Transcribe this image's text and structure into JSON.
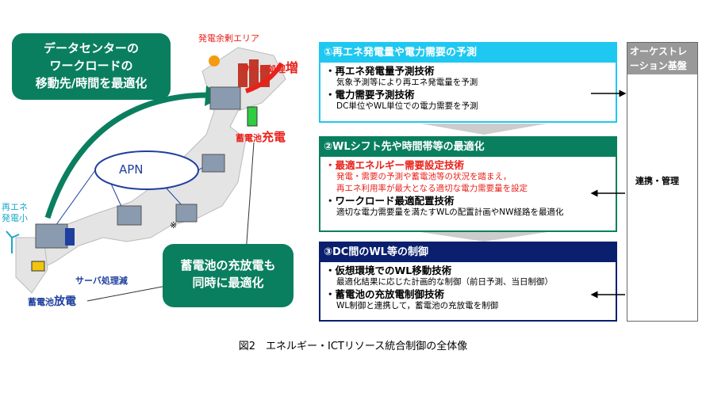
{
  "left": {
    "callout_top": [
      "データセンターの",
      "ワークロードの",
      "移動先/時間を最適化"
    ],
    "callout_bottom": [
      "蓄電池の充放電も",
      "同時に最適化"
    ],
    "apn": "APN",
    "surplus_area": "発電余剰エリア",
    "server_increase": "サーバ処理",
    "server_increase_em": "増",
    "battery_charge": "蓄電池",
    "battery_charge_em": "充電",
    "renewable_low": [
      "再エネ",
      "発電小"
    ],
    "server_decrease": "サーバ処理減",
    "battery_discharge": "蓄電池",
    "battery_discharge_em": "放電",
    "note_mark": "※"
  },
  "sections": [
    {
      "title": "①再エネ発電量や電力需要の予測",
      "color": "#1ec8f0",
      "items": [
        {
          "name": "・再エネ発電量予測技術",
          "desc": [
            "気象予測等により再エネ発電量を予測"
          ]
        },
        {
          "name": "・電力需要予測技術",
          "desc": [
            "DC単位やWL単位での電力需要を予測"
          ]
        }
      ]
    },
    {
      "title": "②WLシフト先や時間帯等の最適化",
      "color": "#0a7f5f",
      "items": [
        {
          "name": "・最適エネルギー需要設定技術",
          "desc": [
            "発電・需要の予測や蓄電池等の状況を踏まえ，",
            "再エネ利用率が最大となる適切な電力需要量を設定"
          ]
        },
        {
          "name": "・ワークロード最適配置技術",
          "desc": [
            "適切な電力需要量を満たすWLの配置計画やNW経路を最適化"
          ]
        }
      ]
    },
    {
      "title": "③DC間のWL等の制御",
      "color": "#0a1f6e",
      "items": [
        {
          "name": "・仮想環境でのWL移動技術",
          "desc": [
            "最適化結果に応じた計画的な制御（前日予測、当日制御）"
          ]
        },
        {
          "name": "・蓄電池の充放電制御技術",
          "desc": [
            "WL制御と連携して，蓄電池の充放電を制御"
          ]
        }
      ]
    }
  ],
  "orchestration": {
    "title": [
      "オーケストレ",
      "ーション基盤"
    ],
    "link": "連携・管理"
  },
  "caption": "図2　エネルギー・ICTリソース統合制御の全体像"
}
